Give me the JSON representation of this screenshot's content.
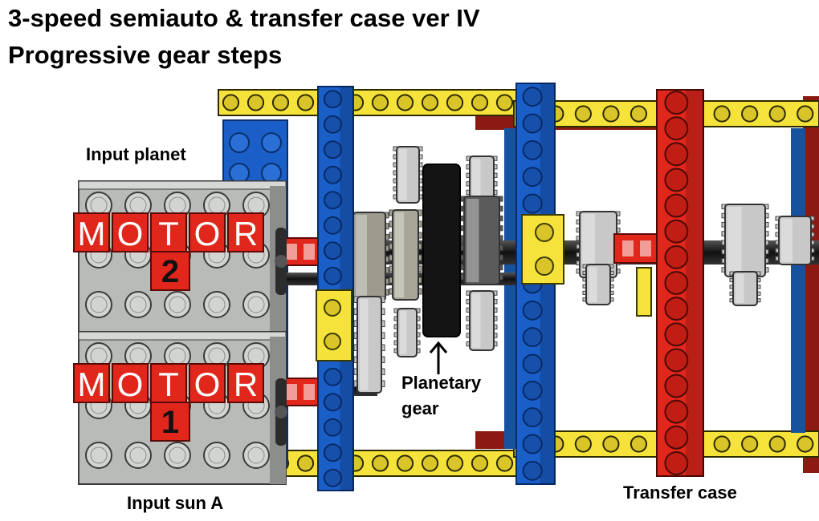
{
  "title": {
    "line1": "3-speed semiauto & transfer case ver IV",
    "line2": "Progressive gear steps"
  },
  "labels": {
    "input_planet": "Input planet",
    "input_sun": "Input sun A",
    "planetary_line1": "Planetary",
    "planetary_line2": "gear",
    "transfer_case": "Transfer case"
  },
  "motors": {
    "top": {
      "letters": [
        "M",
        "O",
        "T",
        "O",
        "R"
      ],
      "number": "2"
    },
    "bottom": {
      "letters": [
        "M",
        "O",
        "T",
        "O",
        "R"
      ],
      "number": "1"
    }
  },
  "colors": {
    "beam_yellow": "#f5e33b",
    "beam_blue": "#1a5fc8",
    "beam_red": "#e1261c",
    "beam_darkred": "#8a1a12",
    "motor_grey": "#b9bbb9",
    "gear_grey": "#c8c8c8",
    "disc_black": "#141414"
  },
  "icons": {
    "arrow": "arrow-up-icon"
  }
}
